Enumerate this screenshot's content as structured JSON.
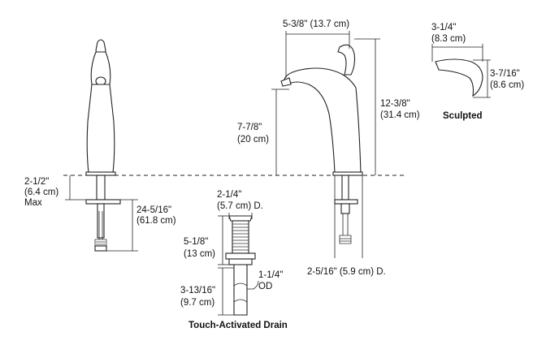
{
  "labels": {
    "spout_reach": "5-3/8\" (13.7 cm)",
    "handle_width": "3-1/4\"",
    "handle_width_cm": "(8.3 cm)",
    "handle_height": "3-7/16\"",
    "handle_height_cm": "(8.6 cm)",
    "handle_name": "Sculpted",
    "overall_height": "12-3/8\"",
    "overall_height_cm": "(31.4 cm)",
    "spout_height": "7-7/8\"",
    "spout_height_cm": "(20 cm)",
    "deck_thickness": "2-1/2\"",
    "deck_thickness_cm": "(6.4 cm)",
    "deck_thickness_note": "Max",
    "supply_length": "24-5/16\"",
    "supply_length_cm": "(61.8 cm)",
    "drain_diameter": "2-1/4\"",
    "drain_diameter_cm": "(5.7 cm) D.",
    "drain_body": "5-1/8\"",
    "drain_body_cm": "(13 cm)",
    "tailpiece_od": "1-1/4\"",
    "tailpiece_od_unit": "OD",
    "tailpiece_length": "3-13/16\"",
    "tailpiece_length_cm": "(9.7 cm)",
    "base_diameter": "2-5/16\" (5.9 cm) D.",
    "drain_name": "Touch-Activated Drain"
  }
}
